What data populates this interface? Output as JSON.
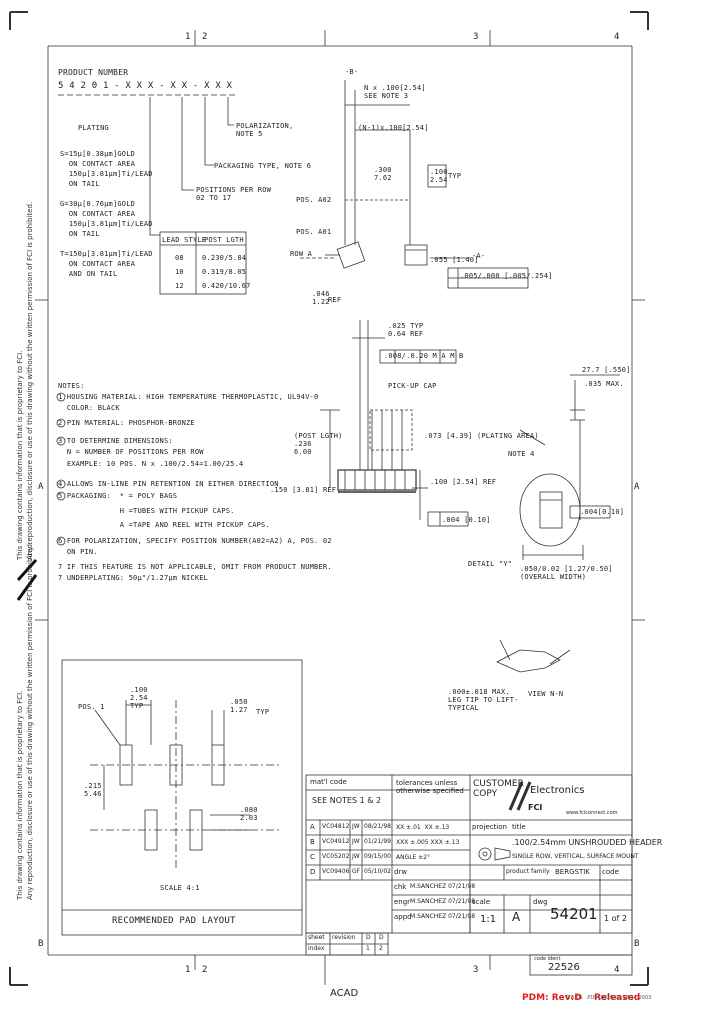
{
  "border": {
    "top_zones": [
      "1",
      "2",
      "3",
      "4"
    ],
    "bottom_zones": [
      "1",
      "2",
      "3",
      "4"
    ],
    "left_zones": [
      "A",
      "B"
    ],
    "right_zones": [
      "A",
      "B"
    ]
  },
  "product": {
    "heading": "PRODUCT NUMBER",
    "code": "5 4 2 0 1 - X X X - X X - X X X",
    "plating_label": "PLATING",
    "plating_lines": [
      "S=15μ[0.38μm]GOLD",
      "  ON CONTACT AREA",
      "  150μ[3.81μm]Ti/LEAD",
      "  ON TAIL",
      "G=30μ[0.76μm]GOLD",
      "  ON CONTACT AREA",
      "  150μ[3.81μm]Ti/LEAD",
      "  ON TAIL",
      "T=150μ[3.81μm]Ti/LEAD",
      "  ON CONTACT AREA",
      "  AND ON TAIL"
    ],
    "polarization": "POLARIZATION,\nNOTE 5",
    "packaging": "PACKAGING TYPE, NOTE 6",
    "positions": "POSITIONS PER ROW\n02 TO 17",
    "lead_table": {
      "headers": [
        "LEAD STYLE",
        "POST LGTH"
      ],
      "rows": [
        [
          "08",
          "0.230/5.84"
        ],
        [
          "10",
          "0.319/8.05"
        ],
        [
          "12",
          "0.420/10.67"
        ]
      ]
    }
  },
  "top_view": {
    "b_label": "-B-",
    "nx": "N x .100[2.54]\nSEE NOTE 3",
    "n1x": "(N-1)x.100[2.54]",
    "d300": ".300\n7.62",
    "d100": ".100\n2.54",
    "typ": "TYP",
    "pos02": "POS. A02",
    "pos01": "POS. A01",
    "row_a": "ROW A",
    "d046": ".046\n1.22",
    "ref": "REF",
    "a_label": "-A-",
    "d055": ".055 [1.40]",
    "tol": ".005/.000 [.005/.254]"
  },
  "side_view": {
    "d025": ".025 TYP\n0.64 REF",
    "fc": ".008/.0.20 M A M B",
    "pickup": "PICK-UP CAP",
    "postlgth": "(POST LGTH)\n.236\n6.00",
    "d073": ".073 [4.39] (PLATING AREA)",
    "d150": ".150 [3.81] REF.",
    "d100": ".100 [2.54] REF",
    "d004": ".004 [0.10]",
    "note4": "NOTE 4",
    "d27": "27.7 [.550]",
    "max": ".035 MAX.",
    "detail": "DETAIL \"Y\"",
    "overall": ".050/0.02 [1.27/0.50]\n(OVERALL WIDTH)",
    "d004b": ".004[0.10]"
  },
  "notes": [
    "NOTES:",
    "1 HOUSING MATERIAL: HIGH TEMPERATURE THERMOPLASTIC, UL94V-0",
    "  COLOR: BLACK",
    "2 PIN MATERIAL: PHOSPHOR-BRONZE",
    "3 TO DETERMINE DIMENSIONS:",
    "  N = NUMBER OF POSITIONS PER ROW",
    "  EXAMPLE: 10 POS. N x .100/2.54=1.00/25.4",
    "4 ALLOWS IN-LINE PIN RETENTION IN EITHER DIRECTION",
    "5 PACKAGING:  * = POLY BAGS",
    "              H =TUBES WITH PICKUP CAPS.",
    "              A =TAPE AND REEL WITH PICKUP CAPS.",
    "6 FOR POLARIZATION, SPECIFY POSITION NUMBER(A02=A2) A, POS. 02",
    "  ON PIN.",
    "7 IF THIS FEATURE IS NOT APPLICABLE, OMIT FROM PRODUCT NUMBER.",
    "7 UNDERPLATING: 50μ\"/1.27μm NICKEL"
  ],
  "pad": {
    "pos1": "POS. 1",
    "d100": ".100\n2.54\nTYP",
    "d050": ".050\n1.27",
    "typ": "TYP",
    "d215": ".215\n5.46",
    "d080": ".080\n2.03",
    "scale": "SCALE 4:1",
    "title": "RECOMMENDED PAD LAYOUT"
  },
  "view_n": {
    "d": ".000±.018 MAX.\nLEG TIP TO LIFT-\nTYPICAL",
    "view": "VIEW N-N"
  },
  "title_block": {
    "mat_code": "mat'l code",
    "see_notes": "SEE NOTES 1 & 2",
    "tol": "tolerances unless\notherwise specified",
    "customer": "CUSTOMER\nCOPY",
    "brand": "Electronics",
    "fci": "FCI",
    "web": "www.fciconnect.com",
    "revs": [
      [
        "A",
        "VC04812",
        "JW",
        "08/21/98"
      ],
      [
        "B",
        "VC04912",
        "JW",
        "01/21/99"
      ],
      [
        "C",
        "VC05202",
        "JW",
        "09/15/00"
      ],
      [
        "D",
        "VC09406",
        "GF",
        "05/10/02"
      ]
    ],
    "tol_rows": [
      "XX ±.01  XX ±.13",
      "XXX ±.005 XXX ±.13",
      "ANGLE ±2°"
    ],
    "projection": "projection",
    "product_family": "product family",
    "family": "BERGSTIK",
    "title": "title",
    "title_main": ".100/2.54mm UNSHROUDED HEADER",
    "title_sub": "SINGLE ROW, VERTICAL, SURFACE MOUNT",
    "drw": "drw",
    "chk": "chk",
    "engr": "engr",
    "appd": "appd",
    "drw_v": "",
    "chk_v": "M.SANCHEZ 07/21/98",
    "engr_v": "M.SANCHEZ 07/21/98",
    "appd_v": "M.SANCHEZ 07/21/98",
    "scale_l": "scale",
    "scale": "1:1",
    "size": "A",
    "dwg_l": "dwg",
    "dwg": "54201",
    "sheet": "1 of 2",
    "code_l": "code",
    "sheet_l": "sheet",
    "index_l": "index",
    "revision_l": "revision",
    "rev_cols": [
      "D",
      "D"
    ],
    "rev_sheet": [
      "1",
      "2"
    ],
    "acad": "ACAD",
    "code_num": "22526",
    "code_num_l": "code ident"
  },
  "footer": {
    "pdm": "PDM: Rev:D",
    "status": "Released",
    "stamp": "S.A.TG  .PDF 03/26/03 18:11 2003"
  },
  "side_text": {
    "t1": "This drawing contains information that is proprietary to FCI.",
    "t2": "Any reproduction, disclosure or use of this drawing without the written permission of FCI is prohibited."
  }
}
